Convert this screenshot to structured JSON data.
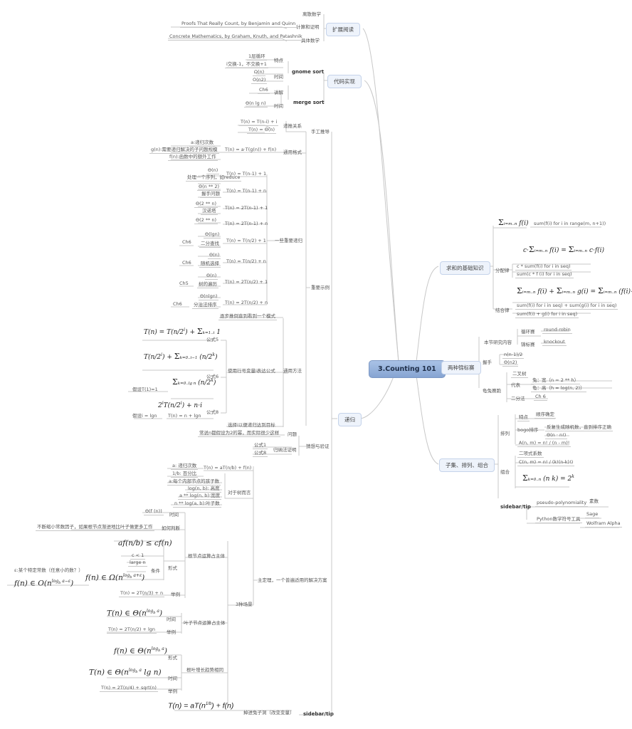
{
  "central": "3.Counting 101",
  "colors": {
    "central_fill": "#94b0da",
    "topic_fill": "#eef3fb",
    "line": "#c8c8c8",
    "text": "#555555"
  },
  "reading": {
    "label": "扩展阅读",
    "children": [
      {
        "label": "离散数学",
        "note": ""
      },
      {
        "label": "计算和证明",
        "note": "Proofs That Really Count, by Benjamin and Quinn"
      },
      {
        "label": "具体数学",
        "note": "Concrete Mathematics, by Graham, Knuth, and Patashnik"
      }
    ]
  },
  "code": {
    "label": "代码实现",
    "gnome": {
      "label": "gnome sort",
      "feature": "特点",
      "feature_items": [
        "1层循环",
        "i交换-1，不交换+1"
      ],
      "time": "时间",
      "time_items": [
        "Ω(n)",
        "O(n2)"
      ]
    },
    "merge": {
      "label": "merge sort",
      "explain": "讲解",
      "explain_item": "Ch6",
      "time": "时间",
      "time_item": "Θ(n lg n)"
    }
  },
  "recursion": {
    "label": "递归",
    "manual": {
      "label": "手工推导",
      "relation": {
        "label": "递推关系",
        "items": [
          "T(n) = T(n-i) + i",
          "T(n) = Θ(n)"
        ]
      },
      "general": {
        "label": "通用格式",
        "formula": "T(n) = a·T(g(n)) + f(n)",
        "items": [
          "a:递归次数",
          "g(n):需要递归解决的子问题规模",
          "f(n):函数中的额外工作"
        ]
      }
    },
    "examples": {
      "label": "重要示例",
      "important": {
        "label": "一些重要递归",
        "rows": [
          {
            "formula": "T(n) = T(n-1) + 1",
            "result": "Θ(n)",
            "desc": "处理一个序列，如reduce",
            "ch": ""
          },
          {
            "formula": "T(n) = T(n-1) + n",
            "result": "Θ(n ** 2)",
            "desc": "握手问题",
            "ch": ""
          },
          {
            "formula": "T(n) = 2T(n-1) + 1",
            "result": "Θ(2 ** n)",
            "desc": "汉诺塔",
            "ch": ""
          },
          {
            "formula": "T(n) = 2T(n-1) + n",
            "result": "Θ(2 ** n)",
            "desc": "",
            "ch": ""
          },
          {
            "formula": "T(n) = T(n/2) + 1",
            "result": "Θ(lgn)",
            "desc": "二分查找",
            "ch": "Ch6"
          },
          {
            "formula": "T(n) = T(n/2) + n",
            "result": "Θ(n)",
            "desc": "随机选择",
            "ch": "Ch6"
          },
          {
            "formula": "T(n) = 2T(n/2) + 1",
            "result": "Θ(n)",
            "desc": "树的遍历",
            "ch": "Ch5"
          },
          {
            "formula": "T(n) = 2T(n/2) + n",
            "result": "Θ(nlgn)",
            "desc": "分治法排序",
            "ch": "Ch6"
          }
        ]
      },
      "method": {
        "label": "通用方法",
        "step1": "逐步推倒直到看到一个模式",
        "step2": "使用行号变量i表达公式",
        "step3": "选择i以便递归达到目标",
        "f5": "公式5",
        "f6": "公式6",
        "f8": "公式8",
        "f6_note": "假设T(1)=1",
        "f8_note": "假设i = lgn",
        "f8_result": "T(n) = n + lgn"
      }
    },
    "guess": {
      "label": "猜想与验证",
      "problem": "问题",
      "problem_note": "常说n都假设为2的幂，而实际很少这样",
      "induction": "归纳法证明",
      "induction_items": [
        "公式1",
        "公式8"
      ]
    },
    "master": {
      "label": "主定理，一个普遍适用的解决方案",
      "formula": "T(n) = aT(n/b) + f(n)",
      "formula_items": [
        "a: 递归次数",
        "1/b: 百分比"
      ],
      "tree": {
        "label": "对于树而言",
        "items": [
          "a:每个内部节点的孩子数",
          "log(n, b): 高度",
          "a ** log(n, b):宽度",
          "n ** log(a, b):叶子数"
        ]
      },
      "cases": {
        "label": "3种场景",
        "root": {
          "label": "根节点运算占主体",
          "time": "时间",
          "time_item": "Θ(f (n))",
          "judge": "如何判断",
          "judge_note": "不断缩小常数因子，如果根节点渐进地比叶子做更多工作",
          "form": "形式",
          "cond": "条件",
          "cond_items": [
            "c < 1",
            "large n"
          ],
          "epsilon_note": "ε:某个特定常数（任意小的数？）",
          "example": "举例",
          "example_item": "T(n) = 2T(n/3) + n"
        },
        "leaf": {
          "label": "叶子节点运算占主体",
          "time": "时间",
          "example": "举例",
          "example_item": "T(n) = 2T(n/2) + lgn"
        },
        "same": {
          "label": "根叶增长趋势相同",
          "form": "形式",
          "time": "时间",
          "example": "举例",
          "example_item": "T(n) = 2T(n/4) + sqrt(n)"
        }
      }
    },
    "tip": {
      "label": "sidebar/tip",
      "rabbit": "掉进兔子洞（改变变量）"
    }
  },
  "summation": {
    "label": "求和的基础知识",
    "sum_code": "sum(f(i) for i in range(m, n+1))",
    "distributive": {
      "label": "分配律",
      "items": [
        "c * sum(f(i) for i in seq)",
        "sum(c * f (i) for i in seq)"
      ]
    },
    "associative": {
      "label": "结合律",
      "items": [
        "sum(f(i) for i in seq) + sum(g(i) for i in seq)",
        "sum(f(i) + g(i) for i in seq)"
      ]
    }
  },
  "tournaments": {
    "label": "两种锦标赛",
    "topic": {
      "label": "本节研究内容",
      "items": [
        {
          "label": "循环赛",
          "value": "round-robin"
        },
        {
          "label": "锦标赛",
          "value": "knockout"
        }
      ]
    },
    "handshake": {
      "label": "握手",
      "items": [
        "n(n-1)/2",
        "Θ(n2)"
      ]
    },
    "race": {
      "label": "龟兔赛跑",
      "tree": "二叉树",
      "rep": "代表",
      "rep_items": [
        "兔：宽（n = 2 ** h）",
        "龟：高（h = log(n, 2)）"
      ],
      "bisect": "二分法",
      "bisect_item": "Ch 6"
    }
  },
  "combinatorics": {
    "label": "子集、排列、组合",
    "perm": {
      "label": "排列",
      "feature": "特点",
      "feature_item": "顺序确定",
      "bogo": "bogo排序",
      "bogo_items": [
        "反复生成随机数，直到排序正确",
        "Θ(n · n!)"
      ],
      "formula": "A(n, m) = n! / (n - m)!"
    },
    "comb": {
      "label": "组合",
      "binom": "二项式系数",
      "formula": "C(n, m) = n! / (k!(n-k)!)"
    },
    "tip": {
      "label": "sidebar/tip",
      "pseudo": "pseudo-polynomiality",
      "pseudo_item": "素数",
      "python": "Python数学符号工具",
      "python_items": [
        "Sage",
        "Wolfram Alpha"
      ]
    }
  }
}
